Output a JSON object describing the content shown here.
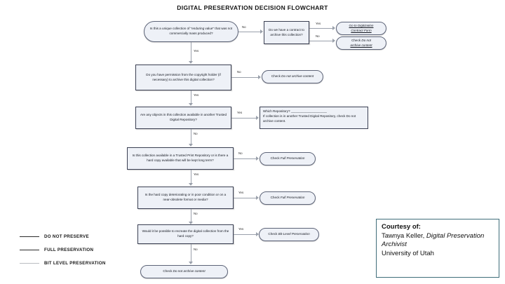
{
  "title": "DIGITAL PRESERVATION DECISION FLOWCHART",
  "nodes": {
    "q1": "Is this a unique collection of \"enduring value\" that was not commercially mass produced?",
    "q2": "Do we have a contract to archive this collection?",
    "t_digitization": "Go to Digitization Contract Form",
    "t_donotarchive_1": "Check Do not archive content",
    "q3": "Do you have permission from the copyright holder (if necessary) to archive this digital collection?",
    "t_donotarchive_2": "Check Do not archive content",
    "q4": "Are any objects in this collection available in another Trusted Digital Repository?",
    "repo_line1": "Which Repository? ____________________",
    "repo_line2": "If collection is in another Trusted Digital Repository, check Do not archive content.",
    "q5": "Is this collection available in a Trusted Print Repository or is there a hard copy available that will be kept long term?",
    "t_full_1": "Check Full Preservation",
    "q6": "Is the hard copy deteriorating or in poor condition or on a near-obsolete format or media?",
    "t_full_2": "Check Full Preservation",
    "q7": "Would it be possible to recreate the digital collection from the hard copy?",
    "t_bitlevel": "Check Bit-Level Preservation",
    "t_donotarchive_3": "Check Do not archive content"
  },
  "edges": {
    "no": "No",
    "yes": "Yes"
  },
  "labels": {
    "check": "Check ",
    "donotarchive": "Do not archive content",
    "full_preservation": "Full Preservation",
    "bit_level_preservation": "Bit-Level Preservation",
    "go_to_digitization": "Go to Digitization",
    "contract_form": "Contract Form",
    "check_word": "Check",
    "do_not": "Do not",
    "archive_content": "archive content",
    "which_repository": "Which Repository?",
    "blank_rule": "____________________"
  },
  "legend": {
    "items": [
      {
        "label": "DO NOT PRESERVE",
        "faint": false
      },
      {
        "label": "FULL PRESERVATION",
        "faint": false
      },
      {
        "label": "BIT LEVEL PRESERVATION",
        "faint": true
      }
    ]
  },
  "courtesy": {
    "heading": "Courtesy of:",
    "name": "Tawnya Keller, ",
    "role": "Digital Preservation Archivist",
    "org": "University of Utah"
  }
}
